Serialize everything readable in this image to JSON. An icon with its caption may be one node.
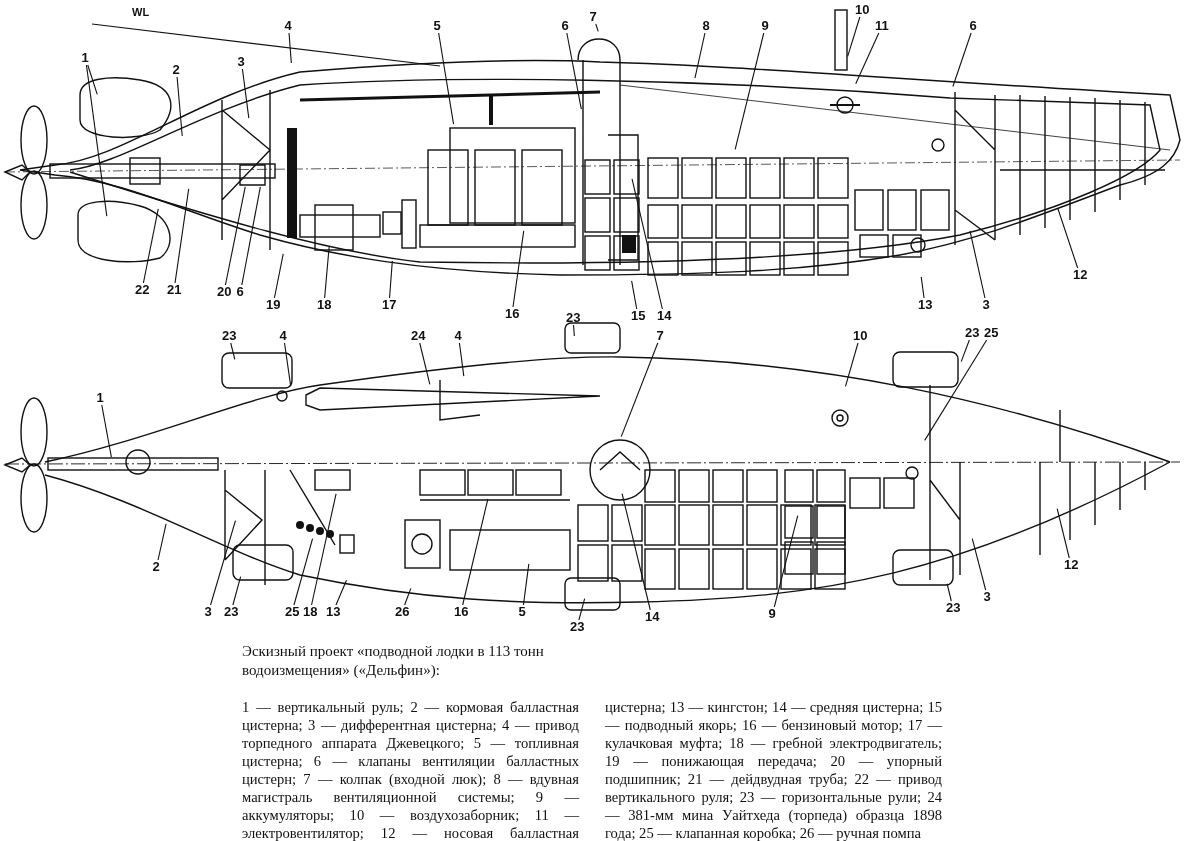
{
  "diagram": {
    "caption": "Эскизный проект «подводной лодки в 113 тонн водоизмещения» («Дельфин»):",
    "nodes": [
      {
        "text": [
          "1"
        ]
      },
      {
        "text": [
          "2"
        ]
      },
      {
        "text": [
          "3"
        ]
      },
      {
        "text": [
          "4"
        ]
      },
      {
        "text": [
          "5"
        ]
      },
      {
        "text": [
          "6"
        ]
      },
      {
        "text": [
          "7"
        ]
      },
      {
        "text": [
          "8"
        ]
      },
      {
        "text": [
          "9"
        ]
      },
      {
        "text": [
          "10"
        ]
      },
      {
        "text": [
          "11"
        ]
      },
      {
        "text": [
          "6"
        ]
      },
      {
        "text": [
          "22"
        ]
      },
      {
        "text": [
          "21"
        ]
      },
      {
        "text": [
          "20"
        ]
      },
      {
        "text": [
          "6"
        ]
      },
      {
        "text": [
          "19"
        ]
      },
      {
        "text": [
          "18"
        ]
      },
      {
        "text": [
          "17"
        ]
      },
      {
        "text": [
          "16"
        ]
      },
      {
        "text": [
          "15"
        ]
      },
      {
        "text": [
          "14"
        ]
      },
      {
        "text": [
          "13"
        ]
      },
      {
        "text": [
          "3"
        ]
      },
      {
        "text": [
          "12"
        ]
      },
      {
        "text": [
          "23"
        ]
      },
      {
        "text": [
          "23"
        ]
      },
      {
        "text": [
          "4"
        ]
      },
      {
        "text": [
          "24"
        ]
      },
      {
        "text": [
          "4"
        ]
      },
      {
        "text": [
          "7"
        ]
      },
      {
        "text": [
          "10"
        ]
      },
      {
        "text": [
          "23"
        ]
      },
      {
        "text": [
          "25"
        ]
      },
      {
        "text": [
          "1"
        ]
      },
      {
        "text": [
          "2"
        ]
      },
      {
        "text": [
          "12"
        ]
      },
      {
        "text": [
          "3"
        ]
      },
      {
        "text": [
          "23"
        ]
      },
      {
        "text": [
          "25"
        ]
      },
      {
        "text": [
          "18"
        ]
      },
      {
        "text": [
          "13"
        ]
      },
      {
        "text": [
          "26"
        ]
      },
      {
        "text": [
          "16"
        ]
      },
      {
        "text": [
          "5"
        ]
      },
      {
        "text": [
          "23"
        ]
      },
      {
        "text": [
          "14"
        ]
      },
      {
        "text": [
          "9"
        ]
      },
      {
        "text": [
          "23"
        ]
      },
      {
        "text": [
          "3"
        ]
      }
    ],
    "edges": [
      {
        "from": 0,
        "to": null,
        "arrow": "none"
      },
      {
        "from": 0,
        "to": null,
        "arrow": "none"
      },
      {
        "from": 1,
        "to": null,
        "arrow": "none"
      },
      {
        "from": 2,
        "to": null,
        "arrow": "none"
      },
      {
        "from": 3,
        "to": null,
        "arrow": "none"
      },
      {
        "from": 4,
        "to": null,
        "arrow": "none"
      },
      {
        "from": 5,
        "to": null,
        "arrow": "none"
      },
      {
        "from": 6,
        "to": null,
        "arrow": "none"
      },
      {
        "from": 7,
        "to": null,
        "arrow": "none"
      },
      {
        "from": 8,
        "to": null,
        "arrow": "none"
      },
      {
        "from": 9,
        "to": null,
        "arrow": "none"
      },
      {
        "from": 10,
        "to": null,
        "arrow": "none"
      },
      {
        "from": 11,
        "to": null,
        "arrow": "none"
      },
      {
        "from": 12,
        "to": null,
        "arrow": "none"
      },
      {
        "from": 13,
        "to": null,
        "arrow": "none"
      },
      {
        "from": 14,
        "to": null,
        "arrow": "none"
      },
      {
        "from": 15,
        "to": null,
        "arrow": "none"
      },
      {
        "from": 16,
        "to": null,
        "arrow": "none"
      },
      {
        "from": 17,
        "to": null,
        "arrow": "none"
      },
      {
        "from": 18,
        "to": null,
        "arrow": "none"
      },
      {
        "from": 19,
        "to": null,
        "arrow": "none"
      },
      {
        "from": 20,
        "to": null,
        "arrow": "none"
      },
      {
        "from": 21,
        "to": null,
        "arrow": "none"
      },
      {
        "from": 22,
        "to": null,
        "arrow": "none"
      },
      {
        "from": 23,
        "to": null,
        "arrow": "none"
      },
      {
        "from": 24,
        "to": null,
        "arrow": "none"
      },
      {
        "from": 25,
        "to": null,
        "arrow": "none"
      },
      {
        "from": 26,
        "to": null,
        "arrow": "none"
      },
      {
        "from": 27,
        "to": null,
        "arrow": "none"
      },
      {
        "from": 28,
        "to": null,
        "arrow": "none"
      },
      {
        "from": 29,
        "to": null,
        "arrow": "none"
      },
      {
        "from": 30,
        "to": null,
        "arrow": "none"
      },
      {
        "from": 31,
        "to": null,
        "arrow": "none"
      },
      {
        "from": 32,
        "to": null,
        "arrow": "none"
      },
      {
        "from": 33,
        "to": null,
        "arrow": "none"
      },
      {
        "from": 34,
        "to": null,
        "arrow": "none"
      },
      {
        "from": 35,
        "to": null,
        "arrow": "none"
      },
      {
        "from": 36,
        "to": null,
        "arrow": "none"
      },
      {
        "from": 37,
        "to": null,
        "arrow": "none"
      },
      {
        "from": 38,
        "to": null,
        "arrow": "none"
      },
      {
        "from": 39,
        "to": null,
        "arrow": "none"
      },
      {
        "from": 40,
        "to": null,
        "arrow": "none"
      },
      {
        "from": 41,
        "to": null,
        "arrow": "none"
      },
      {
        "from": 42,
        "to": null,
        "arrow": "none"
      },
      {
        "from": 43,
        "to": null,
        "arrow": "none"
      },
      {
        "from": 44,
        "to": null,
        "arrow": "none"
      },
      {
        "from": 45,
        "to": null,
        "arrow": "none"
      },
      {
        "from": 46,
        "to": null,
        "arrow": "none"
      },
      {
        "from": 47,
        "to": null,
        "arrow": "none"
      },
      {
        "from": 48,
        "to": null,
        "arrow": "none"
      },
      {
        "from": 49,
        "to": null,
        "arrow": "none"
      }
    ],
    "labels": [
      "WL",
      "1 — вертикальный руль; 2 — кормовая балластная цистерна; 3 — дифферентная цистерна; 4 — привод торпедного аппарата Джевецкого; 5 — топливная цистерна; 6 — клапаны вентиляции балластных цистерн; 7 — колпак (входной люк); 8 — вдувная магистраль вентиляционной системы; 9 — аккумуляторы; 10 — воздухозаборник; 11 — электровентилятор; 12 — носовая балластная цистерна; 13 — кингстон; 14 — средняя цистерна; 15 — подводный якорь; 16 — бензиновый мотор; 17 — кулачковая муфта; 18 — гребной электродвигатель; 19 — понижающая передача; 20 — упорный подшипник; 21 — дейдвудная труба; 22 — привод вертикального руля; 23 — горизонтальные рули; 24 — 381-мм мина Уайтхеда (торпеда) образца 1898 года; 25 — клапанная коробка; 26 — ручная помпа"
    ]
  }
}
